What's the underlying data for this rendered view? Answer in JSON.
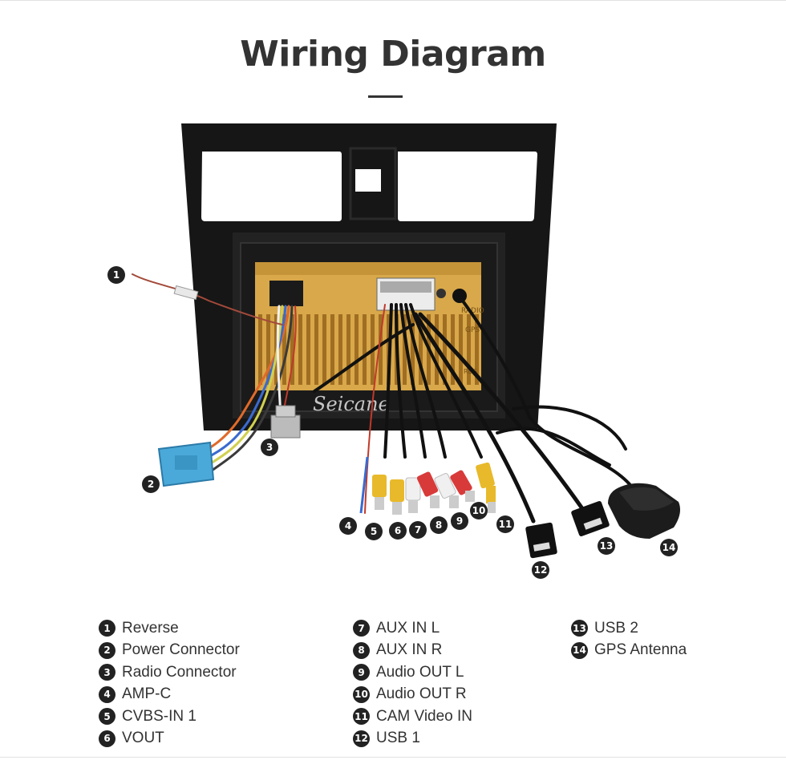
{
  "title": "Wiring Diagram",
  "watermark": "Seicane",
  "unit_labels": {
    "radio": "RADIO",
    "gps": "GPS",
    "label": "RDS"
  },
  "legend": [
    {
      "num": "1",
      "label": "Reverse"
    },
    {
      "num": "2",
      "label": "Power Connector"
    },
    {
      "num": "3",
      "label": "Radio Connector"
    },
    {
      "num": "4",
      "label": "AMP-C"
    },
    {
      "num": "5",
      "label": "CVBS-IN 1"
    },
    {
      "num": "6",
      "label": "VOUT"
    },
    {
      "num": "7",
      "label": "AUX IN L"
    },
    {
      "num": "8",
      "label": "AUX IN R"
    },
    {
      "num": "9",
      "label": "Audio OUT L"
    },
    {
      "num": "10",
      "label": "Audio OUT R"
    },
    {
      "num": "11",
      "label": "CAM Video IN"
    },
    {
      "num": "12",
      "label": "USB 1"
    },
    {
      "num": "13",
      "label": "USB 2"
    },
    {
      "num": "14",
      "label": "GPS Antenna"
    }
  ],
  "colors": {
    "frame": "#161616",
    "unit": "#d8a84a",
    "connector_blue": "#4aa9d8",
    "rca_yellow": "#e8b92a",
    "rca_white": "#f0f0f0",
    "rca_red": "#d83a3a",
    "badge": "#222222"
  }
}
